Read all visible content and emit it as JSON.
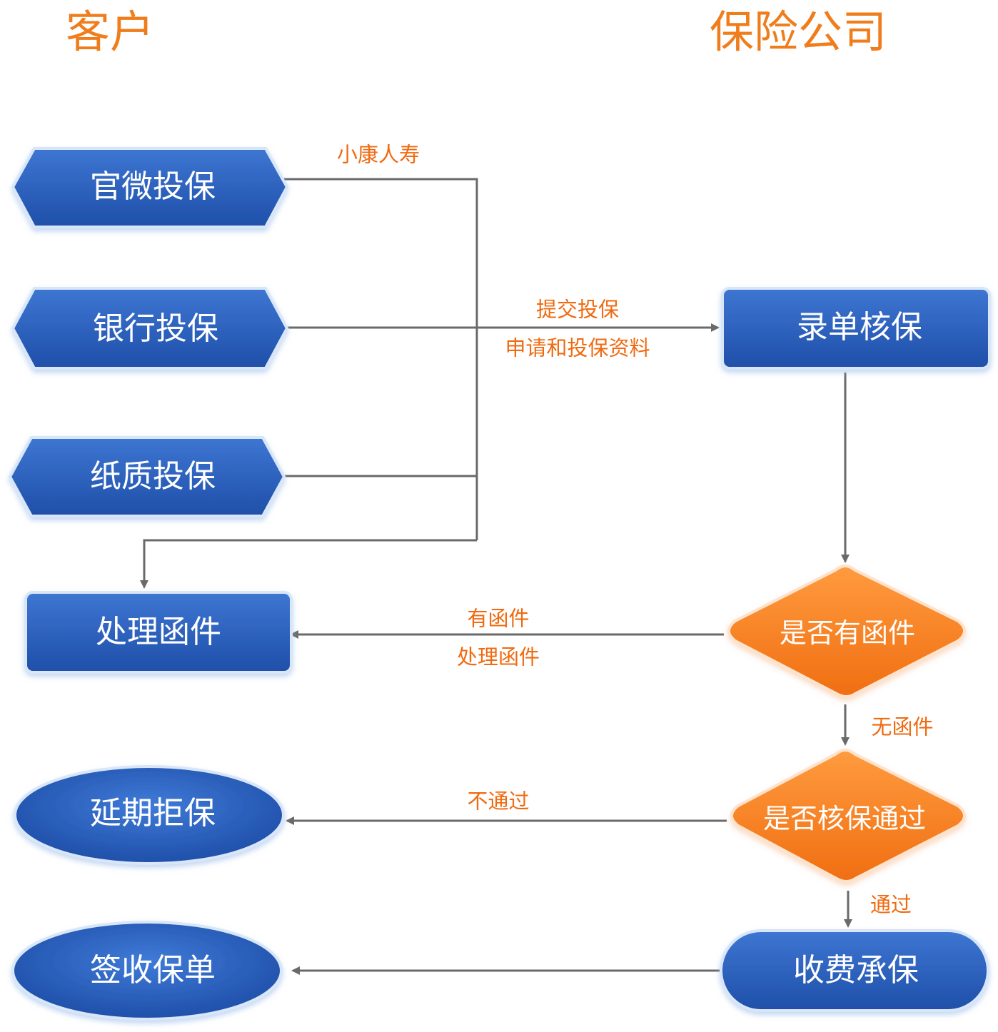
{
  "lanes": {
    "left": "客户",
    "right": "保险公司"
  },
  "nodes": {
    "weixin": "官微投保",
    "bank": "银行投保",
    "paper": "纸质投保",
    "letter": "处理函件",
    "defer": "延期拒保",
    "sign": "签收保单",
    "review": "录单核保",
    "has_letter": "是否有函件",
    "pass_check": "是否核保通过",
    "charge": "收费承保"
  },
  "edges": {
    "xiaokang": "小康人寿",
    "submit_1": "提交投保",
    "submit_2": "申请和投保资料",
    "has_letter_1": "有函件",
    "has_letter_2": "处理函件",
    "no_letter": "无函件",
    "not_pass": "不通过",
    "pass": "通过"
  },
  "colors": {
    "blue_light": "#3e78d4",
    "blue_dark": "#1e4ea8",
    "orange_light": "#ff9a3c",
    "orange_dark": "#f07010",
    "connector": "#6a6a6a",
    "title": "#f07d1c",
    "edge_text": "#f06a10"
  }
}
